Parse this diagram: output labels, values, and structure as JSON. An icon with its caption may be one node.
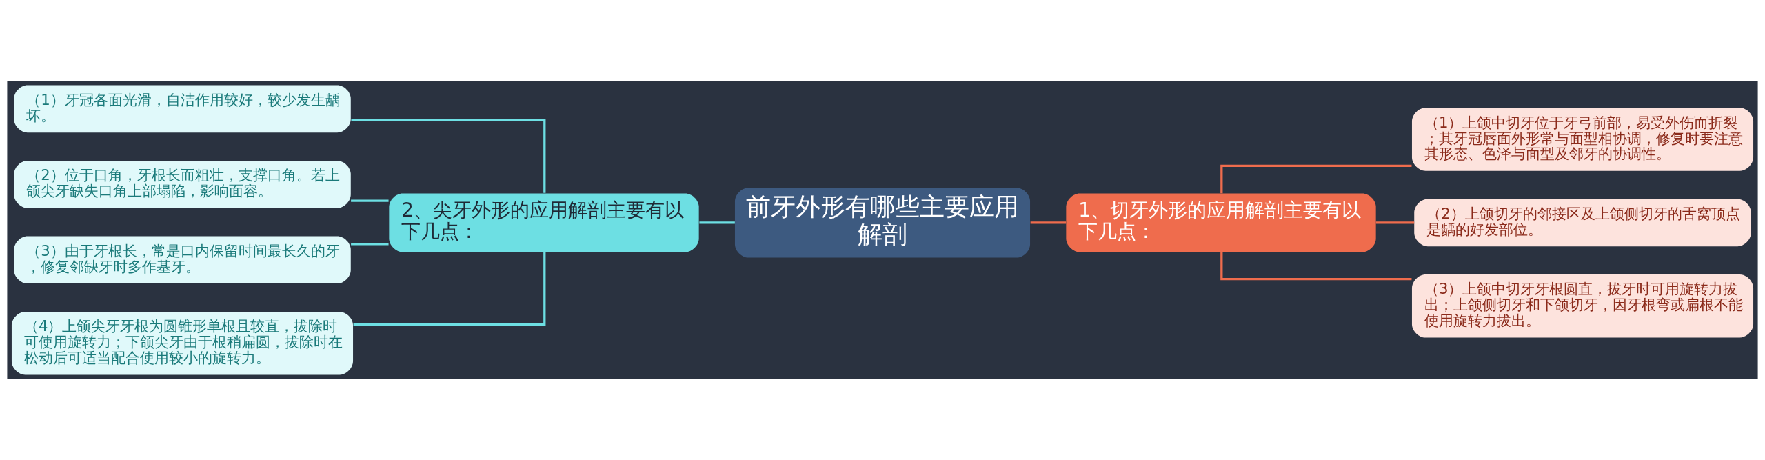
{
  "diagram": {
    "nodes": [
      {
        "text": [
          "前牙外形有哪些主要应用解剖"
        ]
      },
      {
        "text": [
          "1、切牙外形的应用解剖主要有以下几点："
        ]
      },
      {
        "text": [
          "（1）上颌中切牙位于牙弓前部，易受外伤而折裂；其牙冠唇面外形常与面型相协调，修复时要注意其形态、色泽与面型及邻牙的协调性。"
        ]
      },
      {
        "text": [
          "（2）上颌切牙的邻接区及上颌侧切牙的舌窝顶点是龋的好发部位。"
        ]
      },
      {
        "text": [
          "（3）上颌中切牙牙根圆直，拔牙时可用旋转力拔出；上颌侧切牙和下颌切牙，因牙根弯或扁根不能使用旋转力拔出。"
        ]
      },
      {
        "text": [
          "2、尖牙外形的应用解剖主要有以下几点："
        ]
      },
      {
        "text": [
          "（1）牙冠各面光滑，自洁作用较好，较少发生龋坏。"
        ]
      },
      {
        "text": [
          "（2）位于口角，牙根长而粗壮，支撑口角。若上颌尖牙缺失口角上部塌陷，影响面容。"
        ]
      },
      {
        "text": [
          "（3）由于牙根长，常是口内保留时间最长久的牙，修复邻缺牙时多作基牙。"
        ]
      },
      {
        "text": [
          "（4）上颌尖牙牙根为圆锥形单根且较直，拔除时可使用旋转力；下颌尖牙由于根稍扁圆，拔除时在松动后可适当配合使用较小的旋转力。"
        ]
      }
    ],
    "edges": [
      {
        "from": 0,
        "to": 1,
        "arrow": "none",
        "color": "#ef6c4d"
      },
      {
        "from": 1,
        "to": 2,
        "arrow": "none",
        "color": "#ef6c4d"
      },
      {
        "from": 1,
        "to": 3,
        "arrow": "none",
        "color": "#ef6c4d"
      },
      {
        "from": 1,
        "to": 4,
        "arrow": "none",
        "color": "#ef6c4d"
      },
      {
        "from": 0,
        "to": 5,
        "arrow": "none",
        "color": "#6ddfe3"
      },
      {
        "from": 5,
        "to": 6,
        "arrow": "none",
        "color": "#6ddfe3"
      },
      {
        "from": 5,
        "to": 7,
        "arrow": "none",
        "color": "#6ddfe3"
      },
      {
        "from": 5,
        "to": 8,
        "arrow": "none",
        "color": "#6ddfe3"
      },
      {
        "from": 5,
        "to": 9,
        "arrow": "none",
        "color": "#6ddfe3"
      }
    ]
  }
}
